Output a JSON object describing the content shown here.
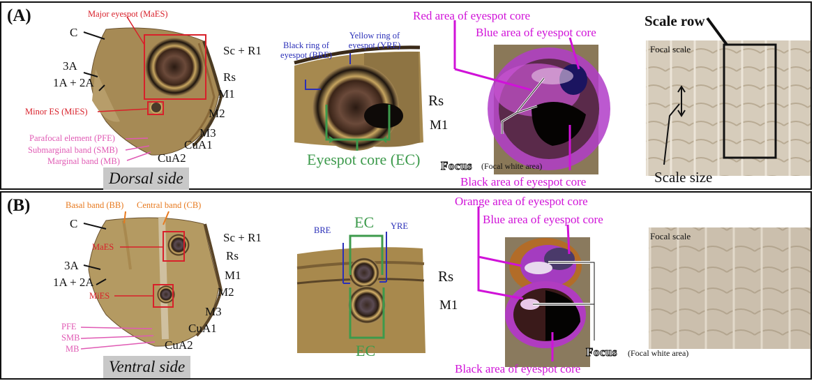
{
  "panelA": {
    "letter": "(A)",
    "side_label": "Dorsal side",
    "veins": {
      "c": "C",
      "sc_r1": "Sc + R1",
      "rs": "Rs",
      "m1": "M1",
      "m2": "M2",
      "m3": "M3",
      "cua1": "CuA1",
      "cua2": "CuA2",
      "a3": "3A",
      "a12": "1A + 2A"
    },
    "eyespots": {
      "major": "Major eyespot (MaES)",
      "minor": "Minor ES (MiES)"
    },
    "bands": {
      "pfe": "Parafocal element (PFE)",
      "smb": "Submarginal band (SMB)",
      "mb": "Marginal band (MB)"
    },
    "zoom": {
      "bre": "Black ring of eyespot (BRE)",
      "yre": "Yellow ring of eyespot (YRE)",
      "rs": "Rs",
      "m1": "M1",
      "ec": "Eyespot core (EC)"
    },
    "core": {
      "red": "Red area of eyespot core",
      "blue": "Blue area of eyespot core",
      "black": "Black area of eyespot core",
      "focus": "Focus",
      "focus_sub": "(Focal white area)"
    },
    "scales": {
      "row": "Scale row",
      "focal": "Focal scale",
      "size": "Scale size"
    }
  },
  "panelB": {
    "letter": "(B)",
    "side_label": "Ventral side",
    "veins": {
      "c": "C",
      "sc_r1": "Sc + R1",
      "rs": "Rs",
      "m1": "M1",
      "m2": "M2",
      "m3": "M3",
      "cua1": "CuA1",
      "cua2": "CuA2",
      "a3": "3A",
      "a12": "1A + 2A"
    },
    "bands_top": {
      "bb": "Basal band (BB)",
      "cb": "Central band (CB)"
    },
    "eyespots": {
      "maes": "MaES",
      "mies": "MiES"
    },
    "bands": {
      "pfe": "PFE",
      "smb": "SMB",
      "mb": "MB"
    },
    "zoom": {
      "bre": "BRE",
      "yre": "YRE",
      "ec_top": "EC",
      "ec_bottom": "EC",
      "rs": "Rs",
      "m1": "M1"
    },
    "core": {
      "orange": "Orange area of eyespot core",
      "blue": "Blue area of eyespot core",
      "black": "Black area of eyespot core",
      "focus": "Focus",
      "focus_sub": "(Focal white area)"
    },
    "scales": {
      "focal": "Focal scale"
    }
  }
}
